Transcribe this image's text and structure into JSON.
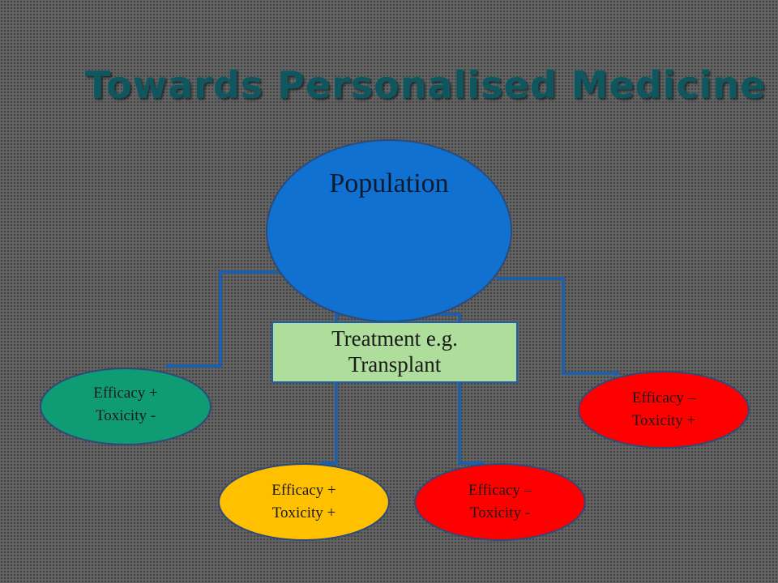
{
  "title": "Towards Personalised Medicine",
  "population": {
    "label": "Population"
  },
  "treatment": {
    "line1": "Treatment e.g.",
    "line2": "Transplant"
  },
  "outcomes": [
    {
      "line1": "Efficacy +",
      "line2": "Toxicity -",
      "color": "#0f9b74"
    },
    {
      "line1": "Efficacy +",
      "line2": "Toxicity +",
      "color": "#ffc000"
    },
    {
      "line1": "Efficacy –",
      "line2": "Toxicity -",
      "color": "#ff0000"
    },
    {
      "line1": "Efficacy –",
      "line2": "Toxicity +",
      "color": "#ff0000"
    }
  ],
  "colors": {
    "population_fill": "#1071d0",
    "treatment_fill": "#aedd9c",
    "arrow": "#1f5fa8",
    "outline": "#2d4a78"
  }
}
